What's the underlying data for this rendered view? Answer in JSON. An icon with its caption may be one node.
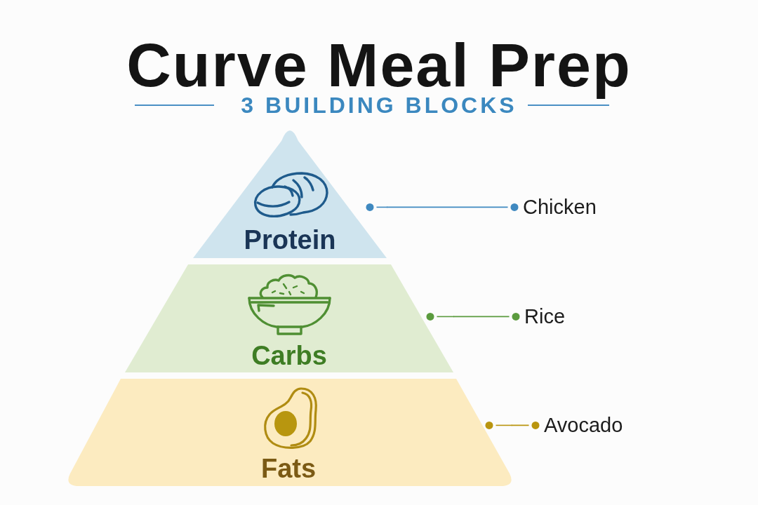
{
  "diagram": {
    "title": "Curve Meal Prep",
    "nodes": [
      {
        "text": [
          "Protein"
        ]
      },
      {
        "text": [
          "Carbs"
        ]
      },
      {
        "text": [
          "Fats"
        ]
      },
      {
        "text": [
          "Chicken"
        ]
      },
      {
        "text": [
          "Rice"
        ]
      },
      {
        "text": [
          "Avocado"
        ]
      }
    ],
    "edges": [
      {
        "from": 3,
        "to": 0,
        "arrow": "other",
        "color": "#3f89c0"
      },
      {
        "from": 4,
        "to": 1,
        "arrow": "other",
        "color": "#5b9b3e"
      },
      {
        "from": 5,
        "to": 2,
        "arrow": "other",
        "color": "#b9950f"
      }
    ],
    "labels": [
      "3 BUILDING BLOCKS"
    ]
  }
}
